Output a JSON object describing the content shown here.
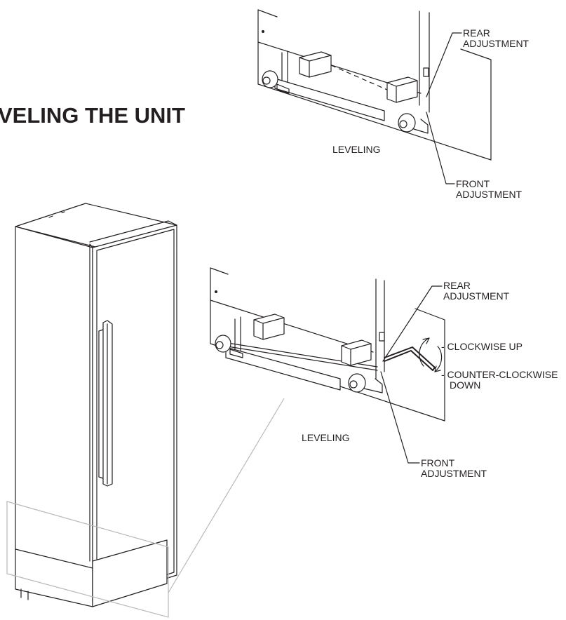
{
  "title": "VELING THE UNIT",
  "top_detail": {
    "rear_label": [
      "REAR",
      "ADJUSTMENT"
    ],
    "front_label": [
      "FRONT",
      "ADJUSTMENT"
    ],
    "caption": "LEVELING"
  },
  "bottom_detail": {
    "rear_label": [
      "REAR",
      "ADJUSTMENT"
    ],
    "front_label": [
      "FRONT",
      "ADJUSTMENT"
    ],
    "caption": "LEVELING",
    "clockwise_label": "- CLOCKWISE UP",
    "counter_label": [
      "- COUNTER-CLOCKWISE",
      "DOWN"
    ]
  }
}
